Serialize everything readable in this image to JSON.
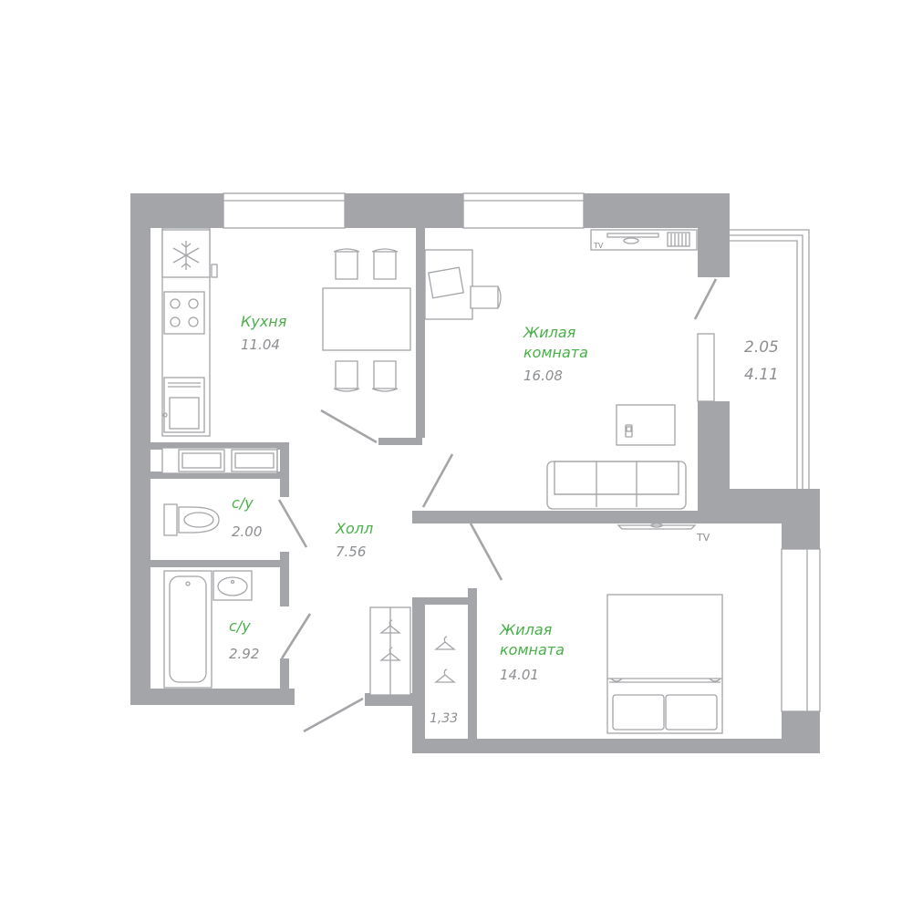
{
  "rooms": {
    "kitchen": {
      "name": "Кухня",
      "area": "11.04"
    },
    "living1": {
      "name_line1": "Жилая",
      "name_line2": "комната",
      "area": "16.08"
    },
    "balcony": {
      "area1": "2.05",
      "area2": "4.11"
    },
    "bath1": {
      "name": "с/у",
      "area": "2.00"
    },
    "hall": {
      "name": "Холл",
      "area": "7.56"
    },
    "bath2": {
      "name": "с/у",
      "area": "2.92"
    },
    "living2": {
      "name_line1": "Жилая",
      "name_line2": "комната",
      "area": "14.01"
    },
    "closet": {
      "area": "1,33"
    }
  },
  "labels": {
    "tv_small": "TV",
    "tv_large": "TV"
  },
  "colors": {
    "wall": "#a3a5a8",
    "room_name": "#49b04a",
    "area_text": "#8c8e91"
  },
  "icons": [
    "snowflake-icon",
    "stove-icon",
    "sink-icon",
    "toilet-icon",
    "bathtub-icon",
    "hanger-icon",
    "phone-icon"
  ]
}
